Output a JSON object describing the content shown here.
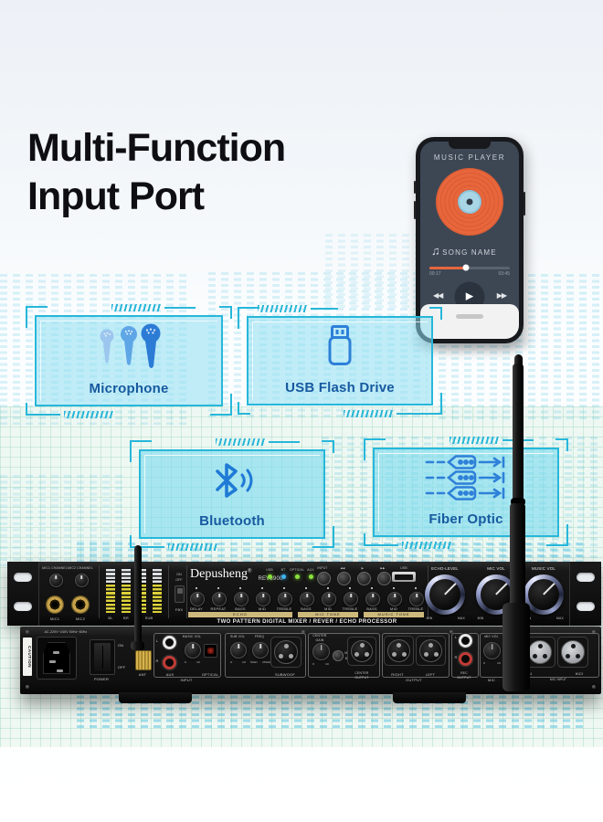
{
  "title": {
    "line1": "Multi-Function",
    "line2": "Input Port"
  },
  "phone": {
    "app_title": "MUSIC PLAYER",
    "song_name": "SONG NAME",
    "elapsed": "00:17",
    "duration": "03:45",
    "prev": "◀◀",
    "play": "▶",
    "next": "▶▶"
  },
  "features": {
    "microphone": "Microphone",
    "usb": "USB Flash Drive",
    "bluetooth": "Bluetooth",
    "fiber": "Fiber Optic"
  },
  "front_panel": {
    "brand": "Depusheng",
    "reg": "®",
    "model": "REV3900",
    "mic1_knob": "MIC1 CHANNEL",
    "mic2_knob": "MIC2 CHANNEL",
    "mic1_jack": "MIC1",
    "mic2_jack": "MIC2",
    "vu": {
      "l1": "BL",
      "l2": "BR",
      "l3": "SUB"
    },
    "fbx": {
      "on": "ON",
      "off": "OFF",
      "label": "FBX"
    },
    "leds": [
      {
        "label": "USB"
      },
      {
        "label": "BT"
      },
      {
        "label": "OPTICAL"
      },
      {
        "label": "AUX"
      }
    ],
    "buttons": [
      "INPUT",
      "◀◀",
      "▶",
      "▶▶"
    ],
    "usb_port_label": "USB",
    "knobs": [
      "DELAY",
      "REPEAT",
      "BASS",
      "MID",
      "TREBLE",
      "BASS",
      "MID",
      "TREBLE",
      "BASS",
      "MID",
      "TREBLE"
    ],
    "strips": [
      "ECHO",
      "MIC TONE",
      "MUSIC TONE"
    ],
    "tagline": "TWO PATTERN DIGITAL MIXER / REVER / ECHO PROCESSOR",
    "big_knobs": [
      "ECHO-LEVEL",
      "MIC VOL",
      "MUSIC VOL"
    ],
    "min": "MIN",
    "max": "MAX"
  },
  "rear_panel": {
    "ac": "AC-220V~240V 50Hz~60Hz",
    "caution": "CAUTION",
    "on": "ON",
    "off": "OFF",
    "power": "POWER",
    "ant": "ANT",
    "aux": "AUX",
    "input": "INPUT",
    "music_vol": "MUSIC VOL",
    "optical": "OPTICAL",
    "l": "L",
    "r": "R",
    "zero": "0",
    "ten": "10",
    "sub_vol": "SUB VOL",
    "freq": "FREQ",
    "freq_min": "50Hz",
    "freq_max": "250Hz",
    "subwoofer": "SUBWOOF",
    "center_1": "CENTER",
    "gain": "GAIN",
    "music": "MUSIC",
    "mic": "MIC",
    "center_out_1": "CENTER",
    "center_out_2": "OUTPUT",
    "right": "RIGHT",
    "left": "LEFT",
    "output": "OUTPUT",
    "rec_1": "REC",
    "rec_2": "OUTPUT",
    "mic_vol": "MIC VOL",
    "mic_label": "MIC",
    "mic4": "MIC4",
    "mic3": "MIC3",
    "mic_input": "MIC INPUT"
  },
  "colors": {
    "accent_cyan": "#27b7da",
    "feature_label_blue": "#17599f",
    "icon_blue": "#2e80d8",
    "vinyl_orange": "#e8663c",
    "led_green": "#8ae23c",
    "led_blue": "#3db4f2",
    "vu_yellow": "#ddd23a",
    "gold_strip": "#cdb97b"
  }
}
